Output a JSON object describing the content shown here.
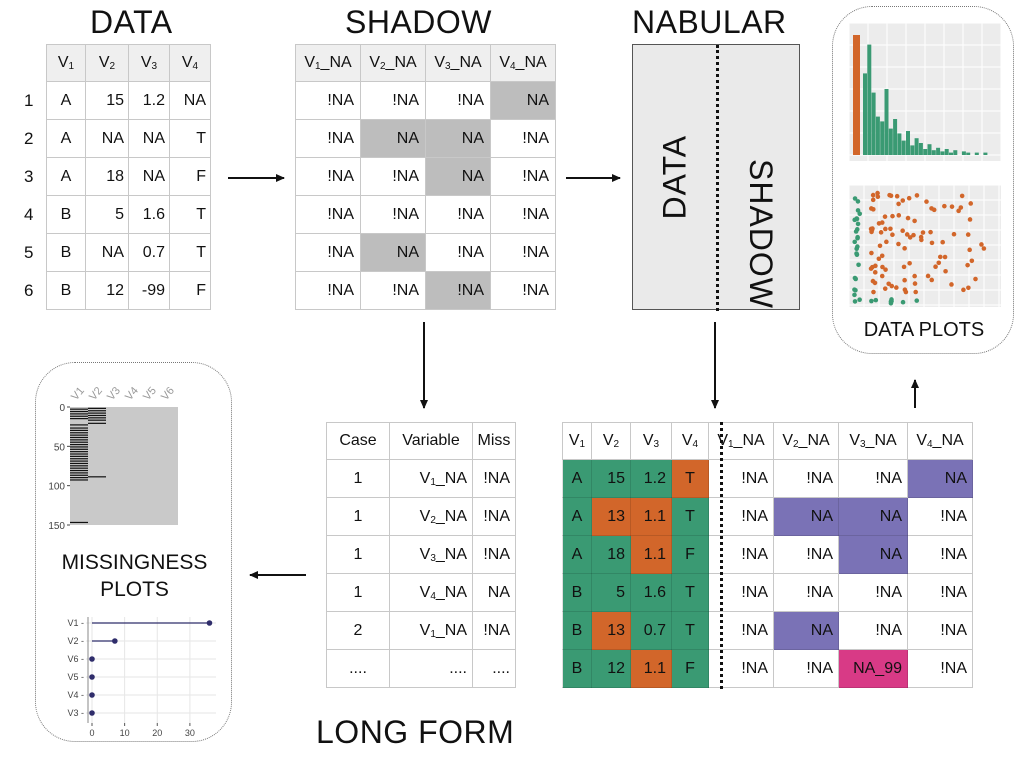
{
  "titles": {
    "data": "DATA",
    "shadow": "SHADOW",
    "nabular": "NABULAR",
    "long_form": "LONG FORM",
    "missingness_line1": "MISSINGNESS",
    "missingness_line2": "PLOTS",
    "data_plots": "DATA PLOTS"
  },
  "nabular_box": {
    "left_label": "DATA",
    "right_label": "SHADOW"
  },
  "data_table": {
    "headers": [
      [
        "V",
        "1"
      ],
      [
        "V",
        "2"
      ],
      [
        "V",
        "3"
      ],
      [
        "V",
        "4"
      ]
    ],
    "row_labels": [
      "1",
      "2",
      "3",
      "4",
      "5",
      "6"
    ],
    "rows": [
      [
        "A",
        "15",
        "1.2",
        "NA"
      ],
      [
        "A",
        "NA",
        "NA",
        "T"
      ],
      [
        "A",
        "18",
        "NA",
        "F"
      ],
      [
        "B",
        "5",
        "1.6",
        "T"
      ],
      [
        "B",
        "NA",
        "0.7",
        "T"
      ],
      [
        "B",
        "12",
        "-99",
        "F"
      ]
    ]
  },
  "shadow_table": {
    "headers": [
      [
        "V",
        "1",
        "_NA"
      ],
      [
        "V",
        "2",
        "_NA"
      ],
      [
        "V",
        "3",
        "_NA"
      ],
      [
        "V",
        "4",
        "_NA"
      ]
    ],
    "rows": [
      [
        "!NA",
        "!NA",
        "!NA",
        "NA"
      ],
      [
        "!NA",
        "NA",
        "NA",
        "!NA"
      ],
      [
        "!NA",
        "!NA",
        "NA",
        "!NA"
      ],
      [
        "!NA",
        "!NA",
        "!NA",
        "!NA"
      ],
      [
        "!NA",
        "NA",
        "!NA",
        "!NA"
      ],
      [
        "!NA",
        "!NA",
        "!NA",
        "!NA"
      ]
    ],
    "shaded": [
      [
        false,
        false,
        false,
        true
      ],
      [
        false,
        true,
        true,
        false
      ],
      [
        false,
        false,
        true,
        false
      ],
      [
        false,
        false,
        false,
        false
      ],
      [
        false,
        true,
        false,
        false
      ],
      [
        false,
        false,
        true,
        false
      ]
    ]
  },
  "long_table": {
    "headers": [
      "Case",
      "Variable",
      "Miss"
    ],
    "rows": [
      [
        "1",
        [
          "V",
          "1",
          "_NA"
        ],
        "!NA"
      ],
      [
        "1",
        [
          "V",
          "2",
          "_NA"
        ],
        "!NA"
      ],
      [
        "1",
        [
          "V",
          "3",
          "_NA"
        ],
        "!NA"
      ],
      [
        "1",
        [
          "V",
          "4",
          "_NA"
        ],
        "NA"
      ],
      [
        "2",
        [
          "V",
          "1",
          "_NA"
        ],
        "!NA"
      ],
      [
        "....",
        "....",
        "...."
      ]
    ]
  },
  "nabular_table": {
    "headers": [
      [
        "V",
        "1",
        ""
      ],
      [
        "V",
        "2",
        ""
      ],
      [
        "V",
        "3",
        ""
      ],
      [
        "V",
        "4",
        ""
      ],
      [
        "V",
        "1",
        "_NA"
      ],
      [
        "V",
        "2",
        "_NA"
      ],
      [
        "V",
        "3",
        "_NA"
      ],
      [
        "V",
        "4",
        "_NA"
      ]
    ],
    "rows": [
      [
        "A",
        "15",
        "1.2",
        "T",
        "!NA",
        "!NA",
        "!NA",
        "NA"
      ],
      [
        "A",
        "13",
        "1.1",
        "T",
        "!NA",
        "NA",
        "NA",
        "!NA"
      ],
      [
        "A",
        "18",
        "1.1",
        "F",
        "!NA",
        "!NA",
        "NA",
        "!NA"
      ],
      [
        "B",
        "5",
        "1.6",
        "T",
        "!NA",
        "!NA",
        "!NA",
        "!NA"
      ],
      [
        "B",
        "13",
        "0.7",
        "T",
        "!NA",
        "NA",
        "!NA",
        "!NA"
      ],
      [
        "B",
        "12",
        "1.1",
        "F",
        "!NA",
        "!NA",
        "NA_99",
        "!NA"
      ]
    ],
    "cell_colors": [
      [
        "g",
        "g",
        "g",
        "o",
        "w",
        "w",
        "w",
        "p"
      ],
      [
        "g",
        "o",
        "o",
        "g",
        "w",
        "p",
        "p",
        "w"
      ],
      [
        "g",
        "g",
        "o",
        "g",
        "w",
        "w",
        "p",
        "w"
      ],
      [
        "g",
        "g",
        "g",
        "g",
        "w",
        "w",
        "w",
        "w"
      ],
      [
        "g",
        "o",
        "g",
        "g",
        "w",
        "p",
        "w",
        "w"
      ],
      [
        "g",
        "g",
        "o",
        "g",
        "w",
        "w",
        "m",
        "w"
      ]
    ]
  },
  "palette": {
    "g": "#3a9a73",
    "o": "#d2662a",
    "p": "#7a72b6",
    "m": "#d83a86",
    "w": "#ffffff",
    "shade": "#bdbdbd",
    "header": "#efefef",
    "navy": "#2f2d6b"
  },
  "vis_miss": {
    "columns": [
      "V1",
      "V2",
      "V3",
      "V4",
      "V5",
      "V6"
    ],
    "y_ticks": [
      "0",
      "50",
      "100",
      "150"
    ],
    "n_rows": 150,
    "v1_missing_rows": [
      2,
      5,
      8,
      11,
      14,
      22,
      26,
      29,
      32,
      35,
      38,
      41,
      44,
      47,
      50,
      53,
      56,
      59,
      62,
      65,
      68,
      71,
      74,
      77,
      80,
      83,
      86,
      89,
      92,
      146
    ],
    "v2_missing_rows": [
      1,
      4,
      7,
      10,
      13,
      16,
      20,
      88
    ]
  },
  "miss_var": {
    "variables": [
      "V1",
      "V2",
      "V6",
      "V5",
      "V4",
      "V3"
    ],
    "counts": [
      36,
      7,
      0,
      0,
      0,
      0
    ],
    "x_ticks": [
      "0",
      "10",
      "20",
      "30"
    ],
    "xlim": [
      0,
      38
    ]
  },
  "histogram": {
    "orange_bar": 1.0,
    "green_bars": [
      0.68,
      0.92,
      0.52,
      0.32,
      0.28,
      0.55,
      0.22,
      0.3,
      0.18,
      0.12,
      0.2,
      0.08,
      0.14,
      0.1,
      0.05,
      0.09,
      0.04,
      0.06,
      0.03,
      0.05,
      0.02,
      0.04,
      0.0,
      0.03,
      0.02,
      0.0,
      0.02,
      0.0,
      0.02,
      0.0
    ]
  }
}
